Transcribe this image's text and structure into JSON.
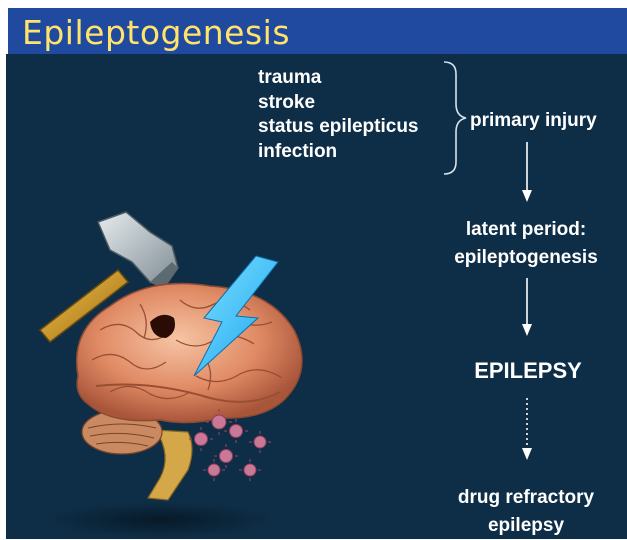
{
  "slide": {
    "title": "Epileptogenesis"
  },
  "causes": [
    "trauma",
    "stroke",
    "status epilepticus",
    "infection"
  ],
  "flow": {
    "primary": "primary injury",
    "latent_line1": "latent period:",
    "latent_line2": "epileptogenesis",
    "epilepsy": "EPILEPSY",
    "refractory_line1": "drug refractory",
    "refractory_line2": "epilepsy"
  },
  "colors": {
    "title_bar": "#1f4aa0",
    "title_text": "#ffe36a",
    "background": "#0e2e47",
    "text": "#ffffff"
  },
  "illustration": {
    "icons": [
      "hammer-icon",
      "lightning-bolt-icon",
      "brain-icon",
      "virus-icon"
    ]
  }
}
